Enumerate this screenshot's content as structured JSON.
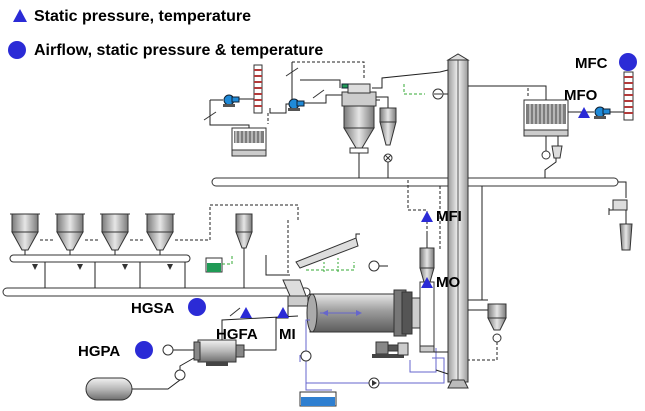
{
  "legend": {
    "triangle_label": "Static pressure, temperature",
    "circle_label": "Airflow, static pressure & temperature",
    "marker_color": "#2b2bd6"
  },
  "tags": {
    "mfc": "MFC",
    "mfo": "MFO",
    "mfi": "MFI",
    "mo": "MO",
    "hgsa": "HGSA",
    "hgfa": "HGFA",
    "mi": "MI",
    "hgpa": "HGPA"
  },
  "colors": {
    "marker": "#2b2bd6",
    "chimney_red": "#b23a3a",
    "mill_gray": "#9a9a9a",
    "water_blue": "#2f7fd0",
    "tank_green": "#1f9a55",
    "fan_blue": "#1f8ad8"
  }
}
